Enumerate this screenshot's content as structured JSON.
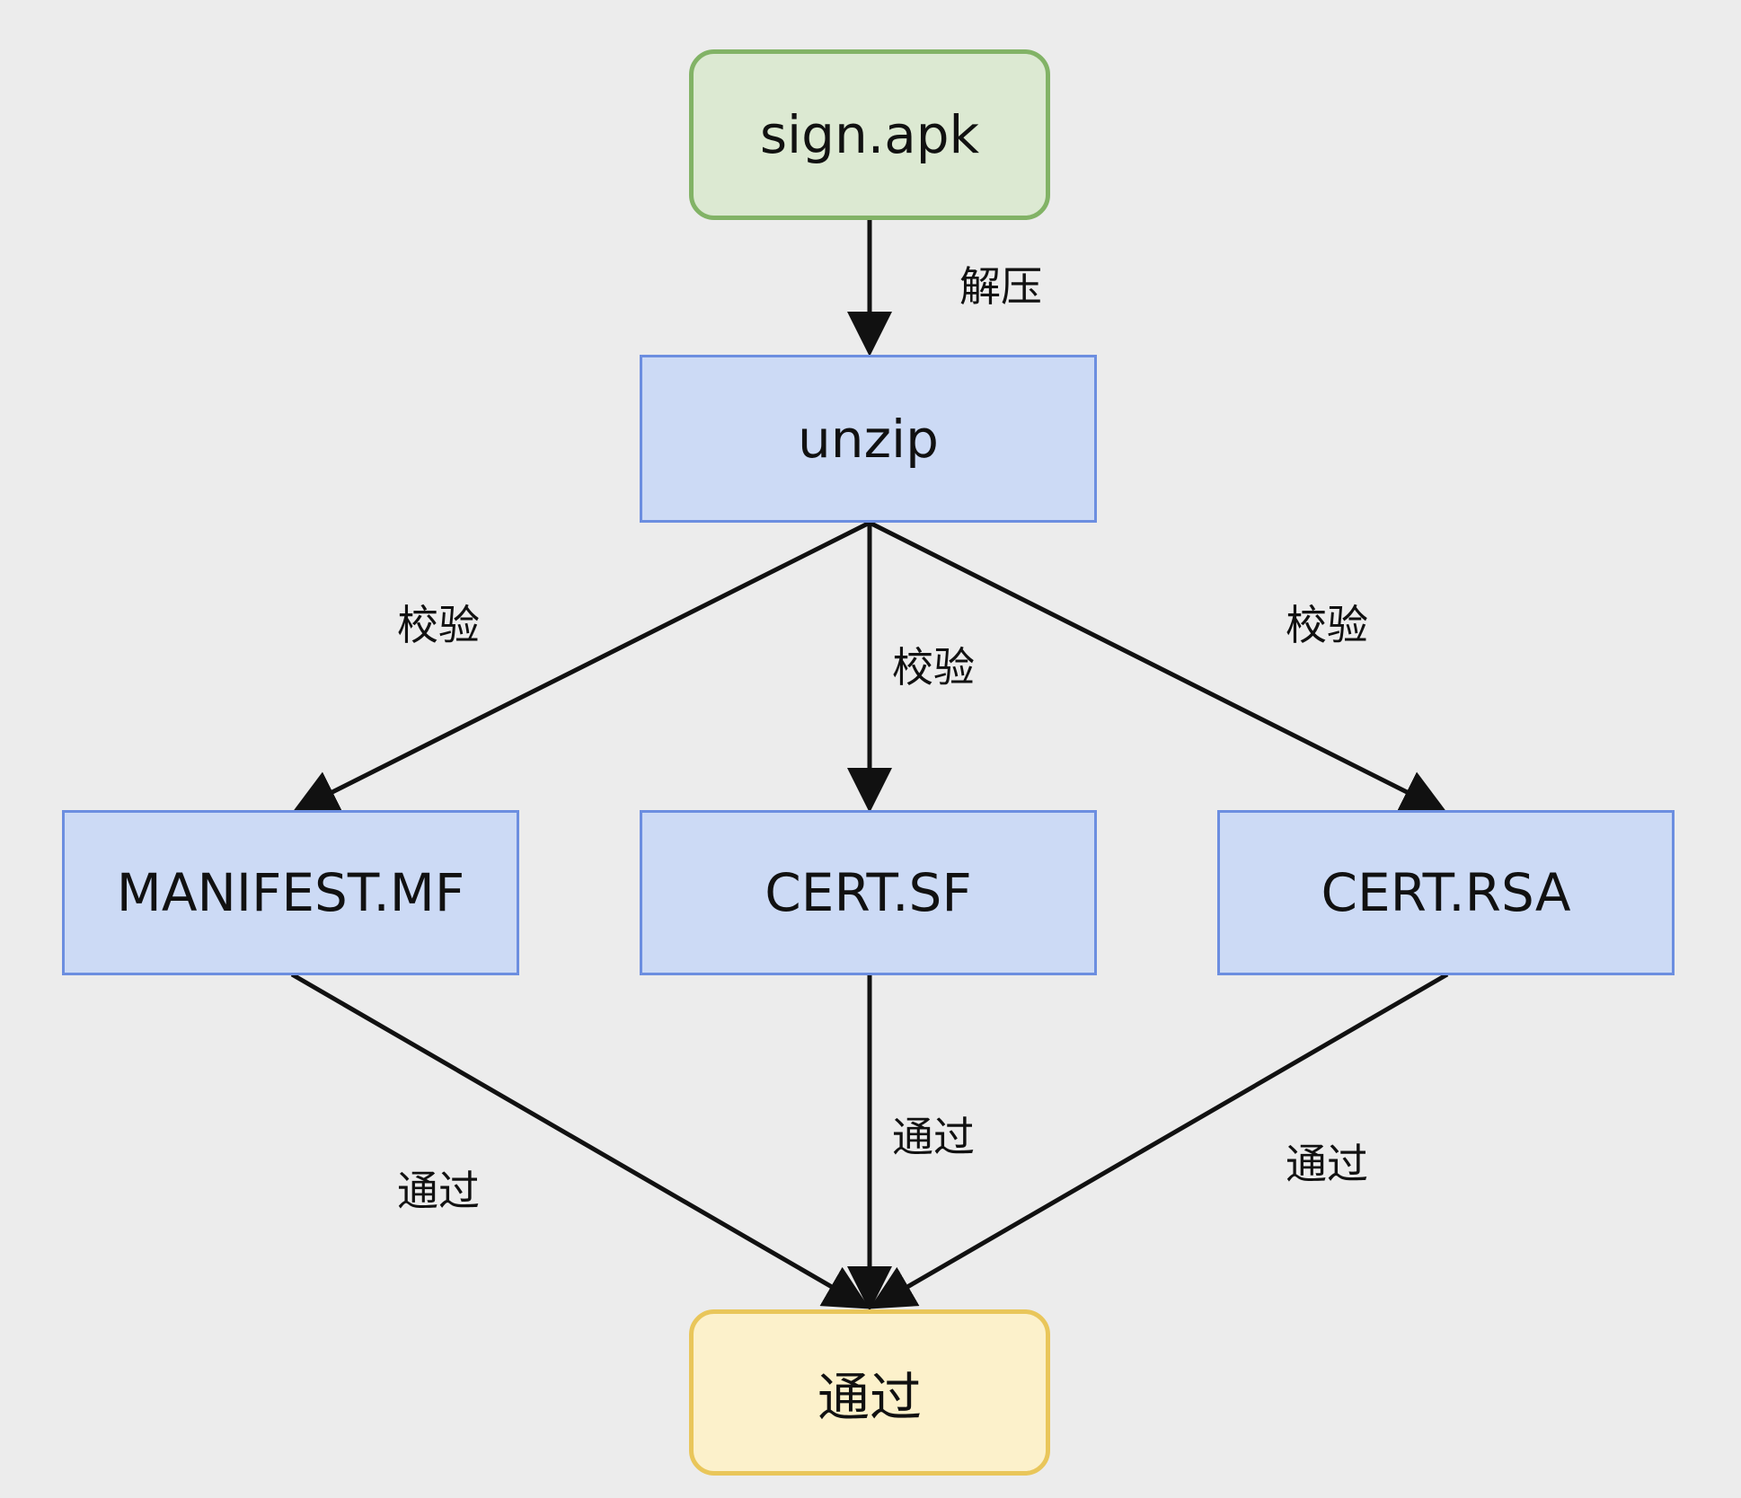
{
  "colors": {
    "background": "#ececec",
    "start_fill": "#dce9d2",
    "start_border": "#82b366",
    "process_fill": "#ccdaf5",
    "process_border": "#6c8ee0",
    "end_fill": "#fcf1cb",
    "end_border": "#e9c65a",
    "edge": "#111111"
  },
  "nodes": {
    "sign_apk": "sign.apk",
    "unzip": "unzip",
    "manifest": "MANIFEST.MF",
    "cert_sf": "CERT.SF",
    "cert_rsa": "CERT.RSA",
    "pass": "通过"
  },
  "edges": [
    {
      "from": "sign_apk",
      "to": "unzip",
      "label": "解压"
    },
    {
      "from": "unzip",
      "to": "manifest",
      "label": "校验"
    },
    {
      "from": "unzip",
      "to": "cert_sf",
      "label": "校验"
    },
    {
      "from": "unzip",
      "to": "cert_rsa",
      "label": "校验"
    },
    {
      "from": "manifest",
      "to": "pass",
      "label": "通过"
    },
    {
      "from": "cert_sf",
      "to": "pass",
      "label": "通过"
    },
    {
      "from": "cert_rsa",
      "to": "pass",
      "label": "通过"
    }
  ]
}
